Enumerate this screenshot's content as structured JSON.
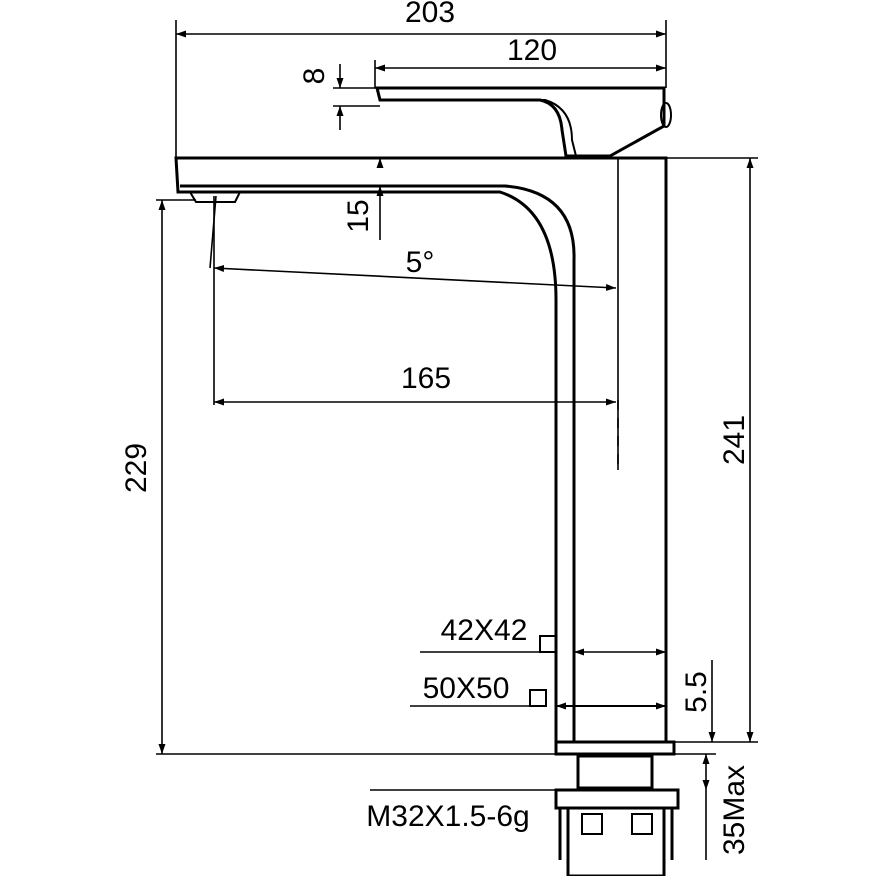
{
  "drawing": {
    "dimensions": {
      "overall_length": "203",
      "handle_length": "120",
      "handle_thickness": "8",
      "spout_thickness": "15",
      "spout_angle": "5°",
      "spout_reach": "165",
      "spout_height": "229",
      "overall_height": "241",
      "inner_square": "42X42",
      "outer_square": "50X50",
      "base_thickness": "5.5",
      "thread": "M32X1.5-6g",
      "max_deck": "35Max"
    }
  }
}
